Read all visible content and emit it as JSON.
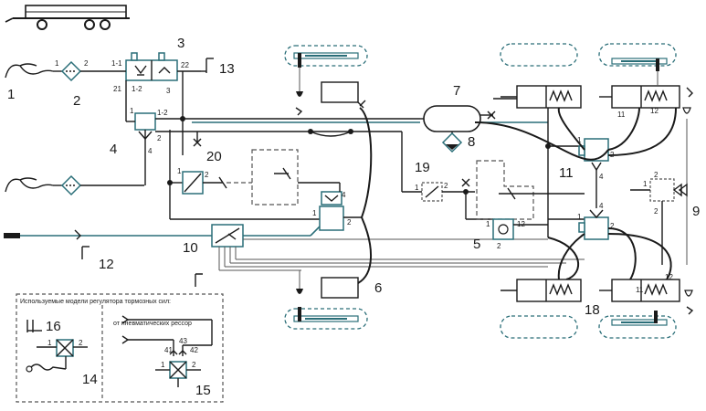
{
  "labels": {
    "n1": "1",
    "n2": "2",
    "n3": "3",
    "n4": "4",
    "n5": "5",
    "n6": "6",
    "n7": "7",
    "n8": "8",
    "n9": "9",
    "n10": "10",
    "n11": "11",
    "n12": "12",
    "n13": "13",
    "n14": "14",
    "n15": "15",
    "n16": "16",
    "n18": "18",
    "n19": "19",
    "n20": "20",
    "n11b": "11",
    "n12b": "12"
  },
  "ports": {
    "v2_in": "1",
    "v2_out": "2",
    "v3_11": "1-1",
    "v3_21": "21",
    "v3_12": "1-2",
    "v3_22": "22",
    "v3_3": "3",
    "v4_1": "1",
    "v4_12": "1-2",
    "v4_2": "2",
    "v4_4": "4",
    "v20_1": "1",
    "v20_2": "2",
    "rv_1": "1",
    "rv_2": "2",
    "rv_4": "4",
    "v19_1": "1",
    "v19_2": "2",
    "v5_1": "1",
    "v5_2": "2",
    "v5_12": "12",
    "v11_1": "1",
    "v11_2": "2",
    "v11_4": "4",
    "v11b_1": "1",
    "v11b_2": "2",
    "v11b_4": "4",
    "v9_1": "1",
    "v9_2": "2",
    "c11": "11",
    "c12": "12",
    "c11b": "11",
    "c12b": "12",
    "l14_1": "1",
    "l14_2": "2",
    "l15_1": "1",
    "l15_2": "2",
    "l15_41": "41",
    "l15_42": "42",
    "l15_43": "43"
  },
  "legend": {
    "title": "Используемые модели регулятора тормозных сил:",
    "pneumatic_note": "от пневматических рессор"
  }
}
